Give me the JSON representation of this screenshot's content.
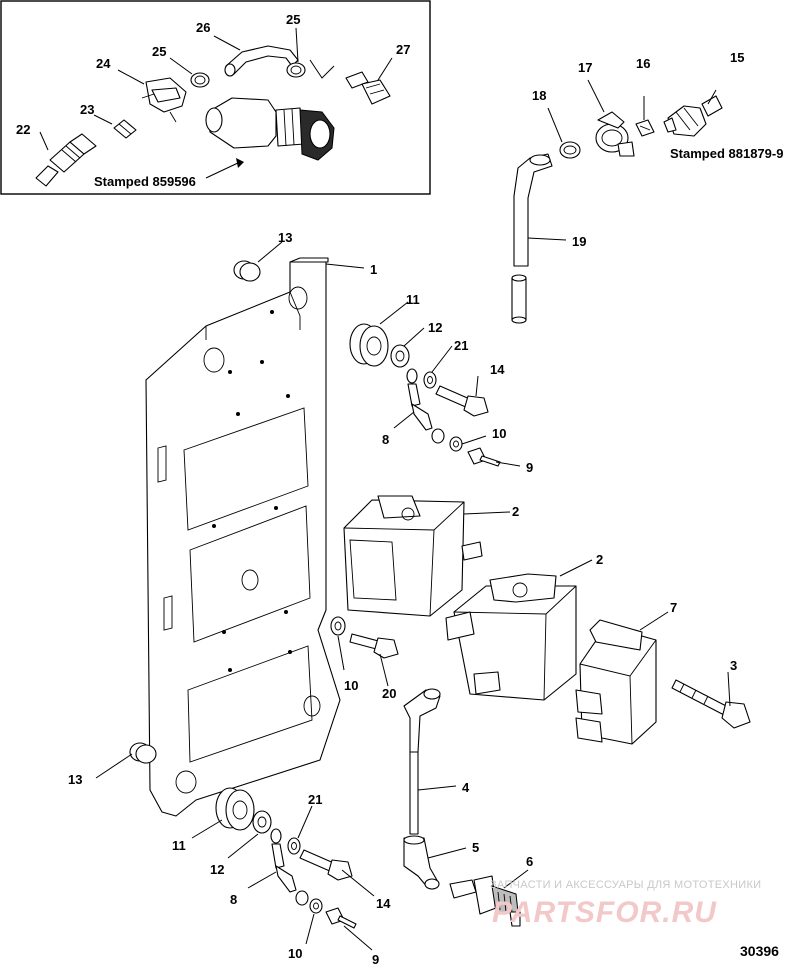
{
  "inset": {
    "stamp_left": "Stamped 859596",
    "stamp_right": "Stamped 881879-9"
  },
  "callouts": {
    "c1": "1",
    "c2a": "2",
    "c2b": "2",
    "c3": "3",
    "c4": "4",
    "c5": "5",
    "c6": "6",
    "c7": "7",
    "c8a": "8",
    "c8b": "8",
    "c9a": "9",
    "c9b": "9",
    "c10a": "10",
    "c10b": "10",
    "c10c": "10",
    "c11a": "11",
    "c11b": "11",
    "c12a": "12",
    "c12b": "12",
    "c13a": "13",
    "c13b": "13",
    "c14a": "14",
    "c14b": "14",
    "c15": "15",
    "c16": "16",
    "c17": "17",
    "c18": "18",
    "c19": "19",
    "c20": "20",
    "c21a": "21",
    "c21b": "21",
    "c22": "22",
    "c23": "23",
    "c24": "24",
    "c25a": "25",
    "c25b": "25",
    "c26": "26",
    "c27": "27"
  },
  "watermark": {
    "line1": "ЗАПЧАСТИ И АКСЕССУАРЫ ДЛЯ МОТОТЕХНИКИ",
    "line2": "PARTSFOR.RU"
  },
  "figure_number": "30396"
}
